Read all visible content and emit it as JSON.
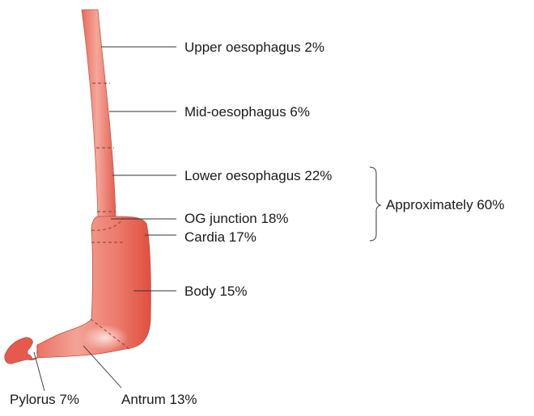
{
  "labels": {
    "upper_oesophagus": "Upper oesophagus 2%",
    "mid_oesophagus": "Mid-oesophagus 6%",
    "lower_oesophagus": "Lower oesophagus 22%",
    "og_junction": "OG junction 18%",
    "cardia": "Cardia 17%",
    "body": "Body 15%",
    "antrum": "Antrum 13%",
    "pylorus": "Pylorus 7%"
  },
  "bracket_label": "Approximately 60%",
  "colors": {
    "tissue_light": "#f7c2b8",
    "tissue_mid": "#ee7f6f",
    "tissue_dark": "#e25448",
    "outline": "#b84a40",
    "leader_line": "#333333"
  }
}
